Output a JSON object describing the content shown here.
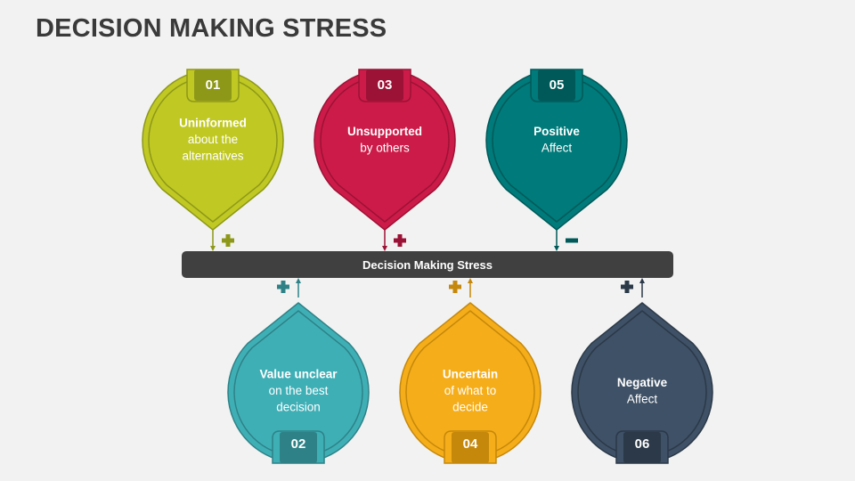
{
  "title": "DECISION MAKING STRESS",
  "center_bar": "Decision Making Stress",
  "items": [
    {
      "number": "01",
      "lines": [
        "Uninformed",
        "about the",
        "alternatives"
      ],
      "position": "top",
      "sign": "plus",
      "color": "#c0c823",
      "dark": "#8d9819"
    },
    {
      "number": "02",
      "lines": [
        "Value unclear",
        "on the best",
        "decision"
      ],
      "position": "bottom",
      "sign": "plus",
      "color": "#3fafb6",
      "dark": "#2e8287"
    },
    {
      "number": "03",
      "lines": [
        "Unsupported",
        "by others"
      ],
      "position": "top",
      "sign": "plus",
      "color": "#cc1b48",
      "dark": "#9c1236"
    },
    {
      "number": "04",
      "lines": [
        "Uncertain",
        "of what to",
        "decide"
      ],
      "position": "bottom",
      "sign": "plus",
      "color": "#f5ad1a",
      "dark": "#c5880b"
    },
    {
      "number": "05",
      "lines": [
        "Positive",
        "Affect"
      ],
      "position": "top",
      "sign": "minus",
      "color": "#007a7a",
      "dark": "#005959"
    },
    {
      "number": "06",
      "lines": [
        "Negative",
        "Affect"
      ],
      "position": "bottom",
      "sign": "plus",
      "color": "#3f5166",
      "dark": "#2b3948"
    }
  ]
}
